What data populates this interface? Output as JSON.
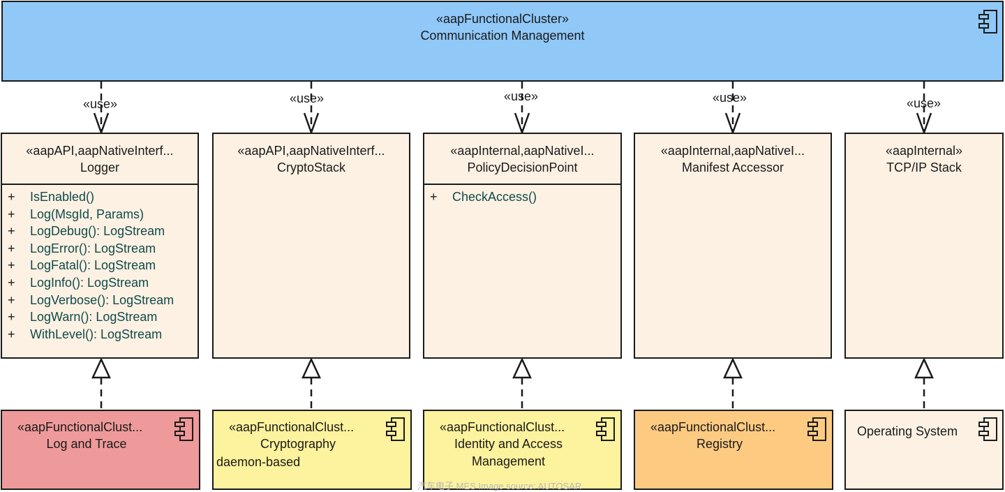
{
  "top": {
    "stereotype": "«aapFunctionalCluster»",
    "name": "Communication Management"
  },
  "use_label": "«use»",
  "interfaces": [
    {
      "stereotype": "«aapAPI,aapNativeInterf...",
      "name": "Logger",
      "ops": [
        "IsEnabled()",
        "Log(MsgId, Params)",
        "LogDebug(): LogStream",
        "LogError(): LogStream",
        "LogFatal(): LogStream",
        "LogInfo(): LogStream",
        "LogVerbose(): LogStream",
        "LogWarn(): LogStream",
        "WithLevel(): LogStream"
      ]
    },
    {
      "stereotype": "«aapAPI,aapNativeInterf...",
      "name": "CryptoStack",
      "ops": []
    },
    {
      "stereotype": "«aapInternal,aapNativeI...",
      "name": "PolicyDecisionPoint",
      "ops": [
        "CheckAccess()"
      ]
    },
    {
      "stereotype": "«aapInternal,aapNativeI...",
      "name": "Manifest Accessor",
      "ops": []
    },
    {
      "stereotype": "«aapInternal»",
      "name": "TCP/IP Stack",
      "ops": []
    }
  ],
  "op_prefix": "+",
  "providers": [
    {
      "stereotype": "«aapFunctionalClust...",
      "name": "Log and Trace",
      "color": "#ee9a9a"
    },
    {
      "stereotype": "«aapFunctionalClust...",
      "name": "Cryptography",
      "extra": "daemon-based",
      "color": "#fdf29d"
    },
    {
      "stereotype": "«aapFunctionalClust...",
      "name": "Identity and Access",
      "name2": "Management",
      "color": "#fdf29d"
    },
    {
      "stereotype": "«aapFunctionalClust...",
      "name": "Registry",
      "color": "#fdca82"
    },
    {
      "name": "Operating System",
      "color": "#fcf1e3"
    }
  ],
  "watermark": "汽车电子 MES Image source: AUTOSAR",
  "icon": "component-icon",
  "colors": {
    "stroke": "#1a1a1a",
    "top": "#90c8f8",
    "interface": "#fcf1e3",
    "operation_text": "#114a4a"
  }
}
